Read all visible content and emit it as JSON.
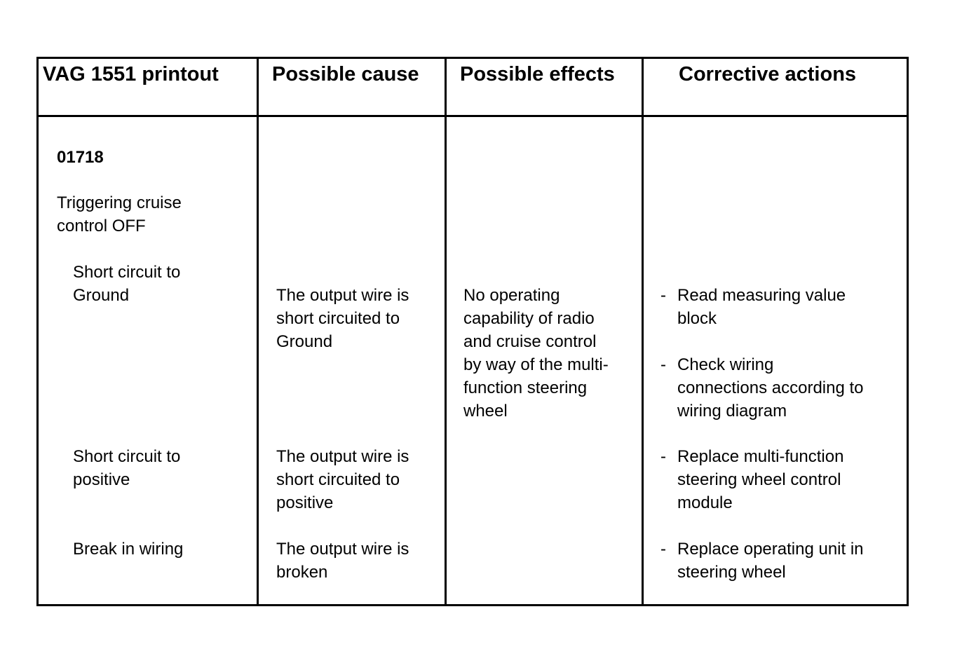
{
  "headers": {
    "printout": "VAG 1551 printout",
    "cause": "Possible cause",
    "effects": "Possible effects",
    "actions": "Corrective actions"
  },
  "printout": {
    "code": "01718",
    "component": [
      "Triggering cruise",
      "control OFF"
    ],
    "fault_ground": [
      "Short circuit to",
      "Ground"
    ],
    "fault_positive": [
      "Short circuit to",
      "positive"
    ],
    "fault_break": "Break in wiring"
  },
  "causes": {
    "ground": [
      "The output wire is",
      "short circuited to",
      "Ground"
    ],
    "positive": [
      "The output wire is",
      "short circuited to",
      "positive"
    ],
    "break": [
      "The output wire is",
      "broken"
    ]
  },
  "effects": [
    "No operating",
    "capability of radio",
    "and cruise control",
    "by way of the multi-",
    "function steering",
    "wheel"
  ],
  "actions": {
    "bullet": "-",
    "items": [
      [
        "Read measuring value",
        "block"
      ],
      [
        "Check wiring",
        "connections according to",
        "wiring diagram"
      ],
      [
        "Replace multi-function",
        "steering wheel control",
        "module"
      ],
      [
        "Replace operating unit in",
        "steering wheel"
      ]
    ]
  }
}
